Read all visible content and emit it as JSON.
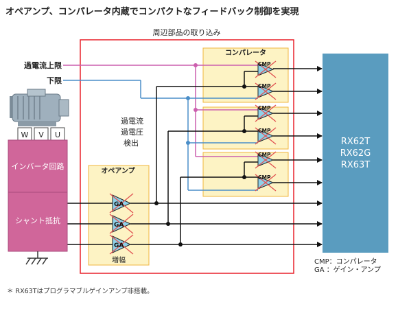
{
  "title": "オペアンプ、コンパレータ内蔵でコンパクトなフィードバック制御を実現",
  "peripheral_label": "周辺部品の取り込み",
  "comparator_label": "コンパレータ",
  "opamp_label": "オペアンプ",
  "amplify_label": "増幅",
  "input_labels": {
    "overcurrent_upper": "過電流上限",
    "lower": "下限"
  },
  "detection_labels": [
    "過電流",
    "過電圧",
    "検出"
  ],
  "inverter_label": "インバータ回路",
  "shunt_label": "シャント抵抗",
  "motor_phases": [
    "W",
    "V",
    "U"
  ],
  "mcu_labels": [
    "RX62T",
    "RX62G",
    "RX63T"
  ],
  "cmp_label": "CMP",
  "ga_label": "GA",
  "legend": [
    "CMP：コンパレータ",
    "GA ：ゲイン・アンプ"
  ],
  "footnote": "＊  RX63Tはプログラマブルゲインアンプ非搭載。",
  "colors": {
    "red_frame": "#e8202a",
    "block_fill": "#fdf3c4",
    "block_stroke": "#f0b43c",
    "mcu": "#5a9cbf",
    "inverter": "#d0669a",
    "triangle": "#8fd0e8",
    "pink_line": "#cc5fae",
    "blue_line": "#4a8ec8",
    "cross": "#e05050"
  }
}
